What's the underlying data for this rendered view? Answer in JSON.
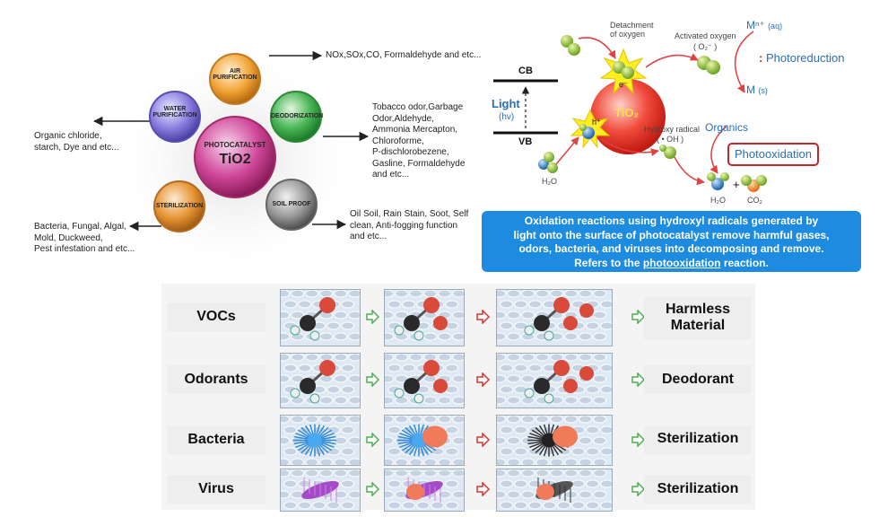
{
  "hub": {
    "center_line1": "PHOTOCATALYST",
    "center_line2": "TiO2",
    "air": "AIR PURIFICATION",
    "water": "WATER PURIFICATION",
    "deodor": "DEODORIZATION",
    "steril": "STERILIZATION",
    "soil": "SOIL PROOF",
    "desc_air": "NOx,SOx,CO, Formaldehyde and etc...",
    "desc_water": [
      "Organic chloride,",
      "starch, Dye and etc..."
    ],
    "desc_deodor": [
      "Tobacco odor,Garbage",
      "Odor,Aldehyde,",
      "Ammonia Mercapton,",
      "Chloroforme,",
      "P-dischlorobezene,",
      "Gasline, Formaldehyde",
      "and etc..."
    ],
    "desc_steril": [
      "Bacteria, Fungal, Algal,",
      "Mold, Duckweed,",
      "Pest infestation and etc..."
    ],
    "desc_soil": [
      "Oil Soil, Rain Stain, Soot, Self",
      "clean, Anti-fogging function",
      "and etc..."
    ]
  },
  "mechanism": {
    "cb": "CB",
    "vb": "VB",
    "light": "Light",
    "hv": "(hv)",
    "detach": [
      "Detachment",
      "of oxygen"
    ],
    "activated": "Activated oxygen",
    "activated_sym": "( O₂⁻ )",
    "electron": "e⁻",
    "hole": "h⁺",
    "tio2": "TiO₂",
    "mn": "Mⁿ⁺",
    "aq": "(aq)",
    "ms": "M",
    "s": "(s)",
    "photoreduction": "Photoreduction",
    "hydroxy": "Hydroxy radical",
    "oh_sym": "( • OH )",
    "organics": "Organics",
    "photooxidation": "Photooxidation",
    "h2o_left": "H₂O",
    "h2o_right": "H₂O",
    "co2": "CO₂",
    "plus": "+"
  },
  "callout": {
    "line1": "Oxidation reactions using hydroxyl radicals generated by",
    "line2": "light onto the surface of photocatalyst remove harmful gases,",
    "line3": "odors, bacteria, and viruses into decomposing and remove.",
    "line4_pre": "Refers to the ",
    "line4_u": "photooxidation",
    "line4_post": " reaction."
  },
  "rows": [
    {
      "label": "VOCs",
      "result": "Harmless\nMaterial"
    },
    {
      "label": "Odorants",
      "result": "Deodorant"
    },
    {
      "label": "Bacteria",
      "result": "Sterilization"
    },
    {
      "label": "Virus",
      "result": "Sterilization"
    }
  ],
  "colors": {
    "air": "#f0a030",
    "water": "#7b6fd0",
    "deodor": "#3aa84a",
    "steril": "#e08a28",
    "soil": "#8a8a8a",
    "center": "#c0327e",
    "tio2": "#ee3333",
    "callout": "#1d8ce0",
    "green_arrow": "#4caf50",
    "red_arrow": "#d9342b"
  }
}
